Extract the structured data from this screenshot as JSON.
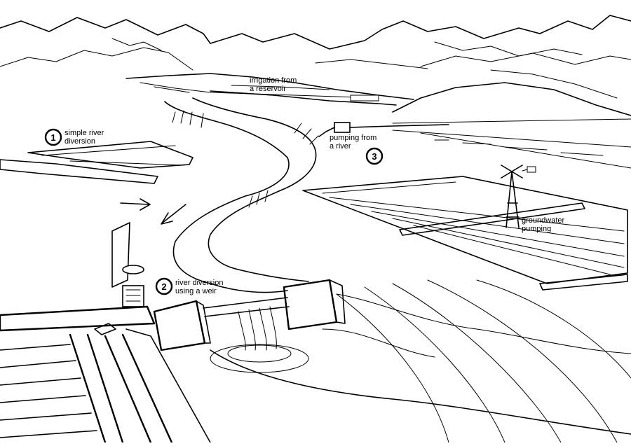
{
  "labels": {
    "reservoir": [
      "irrigation from",
      "a reservoir"
    ],
    "simple_diversion": [
      "simple river",
      "diversion"
    ],
    "pumping_river": [
      "pumping from",
      "a river"
    ],
    "groundwater": [
      "groundwater",
      "pumping"
    ],
    "weir": [
      "river diversion",
      "using a weir"
    ]
  },
  "markers": {
    "simple_diversion": "1",
    "weir": "2",
    "pumping_river": "3"
  },
  "colors": {
    "ink": "#000000",
    "paper": "#ffffff"
  }
}
